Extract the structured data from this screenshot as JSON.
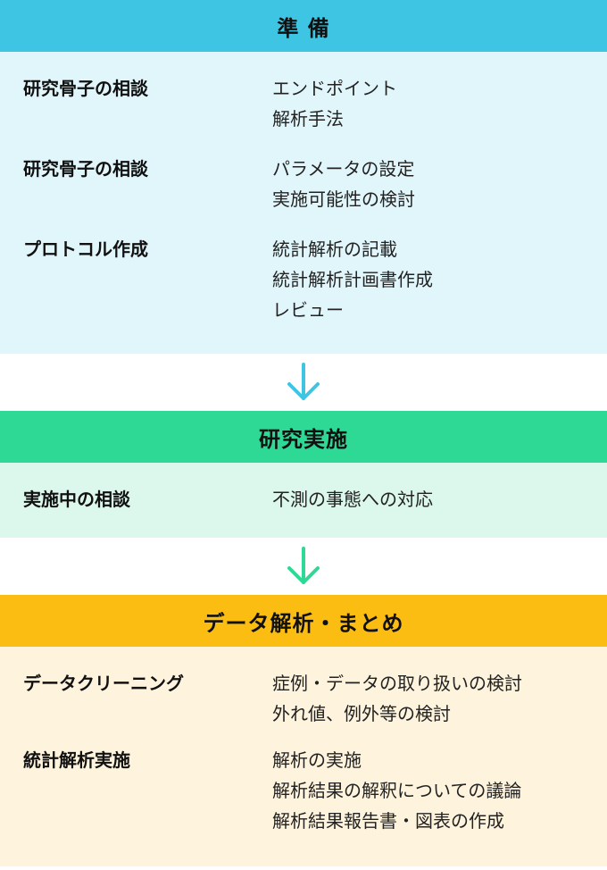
{
  "stages": [
    {
      "title": "準 備",
      "header_color": "#3ec5e4",
      "body_color": "#e1f6fb",
      "rows": [
        {
          "label": "研究骨子の相談",
          "details": [
            "エンドポイント",
            "解析手法"
          ]
        },
        {
          "label": "研究骨子の相談",
          "details": [
            "パラメータの設定",
            "実施可能性の検討"
          ]
        },
        {
          "label": "プロトコル作成",
          "details": [
            "統計解析の記載",
            "統計解析計画書作成",
            "レビュー"
          ]
        }
      ]
    },
    {
      "title": "研究実施",
      "header_color": "#2ed996",
      "body_color": "#dcf7ec",
      "rows": [
        {
          "label": "実施中の相談",
          "details": [
            "不測の事態への対応"
          ]
        }
      ]
    },
    {
      "title": "データ解析・まとめ",
      "header_color": "#fbbd12",
      "body_color": "#fef3dc",
      "rows": [
        {
          "label": "データクリーニング",
          "details": [
            "症例・データの取り扱いの検討",
            "外れ値、例外等の検討"
          ]
        },
        {
          "label": "統計解析実施",
          "details": [
            "解析の実施",
            "解析結果の解釈についての議論",
            "解析結果報告書・図表の作成"
          ]
        }
      ]
    }
  ],
  "arrows": [
    {
      "icon": "arrow-down-icon",
      "color": "#3ec5e4"
    },
    {
      "icon": "arrow-down-icon",
      "color": "#2ed996"
    }
  ]
}
